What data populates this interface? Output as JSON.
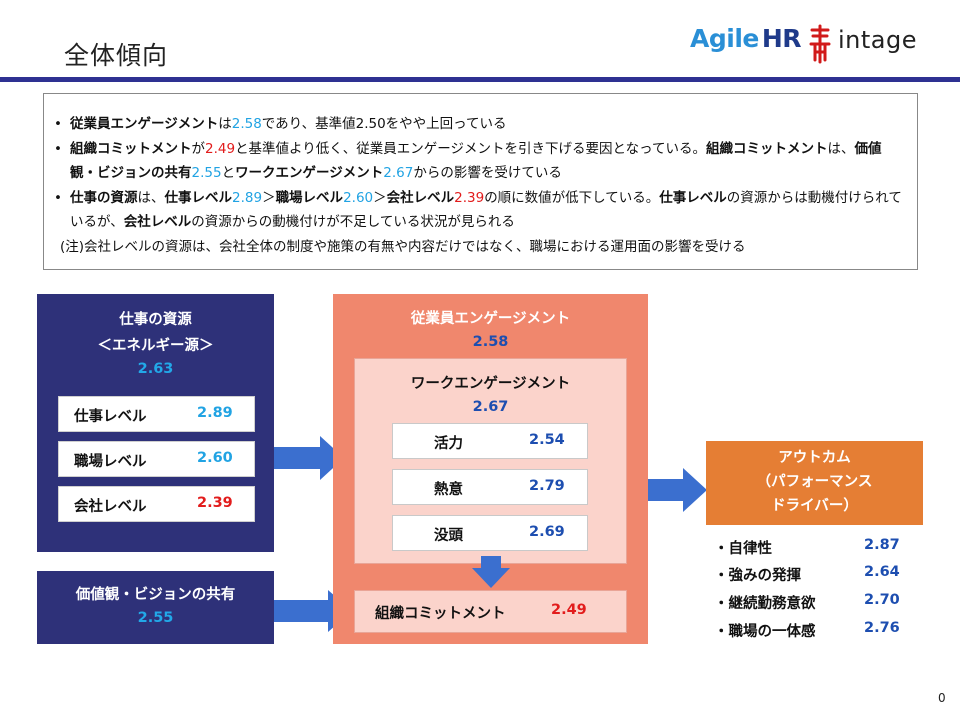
{
  "header": {
    "title": "全体傾向",
    "logo_agile_part1": "Agile",
    "logo_agile_part2": "HR",
    "logo_intage": "intage"
  },
  "summary": {
    "line1": {
      "t1": "従業員エンゲージメント",
      "t2": "は",
      "v1": "2.58",
      "t3": "であり、基準値2.50をやや上回っている"
    },
    "line2": {
      "t1": "組織コミットメント",
      "t2": "が",
      "v1": "2.49",
      "t3": "と基準値より低く、従業員エンゲージメントを引き下げる要因となっている。",
      "t4": "組織コミットメント",
      "t5": "は、",
      "t6": "価値観・ビジョンの共有",
      "v2": "2.55",
      "t7": "と",
      "t8": "ワークエンゲージメント",
      "v3": "2.67",
      "t9": "からの影響を受けている"
    },
    "line3": {
      "t1": "仕事の資源",
      "t2": "は、",
      "t3": "仕事レベル",
      "v1": "2.89",
      "t4": "＞",
      "t5": "職場レベル",
      "v2": "2.60",
      "t6": "＞",
      "t7": "会社レベル",
      "v3": "2.39",
      "t8": "の順に数値が低下している。",
      "t9": "仕事レベル",
      "t10": "の資源からは動機付けられているが、",
      "t11": "会社レベル",
      "t12": "の資源からの動機付けが不足している状況が見られる"
    },
    "note": "(注)会社レベルの資源は、会社全体の制度や施策の有無や内容だけではなく、職場における運用面の影響を受ける"
  },
  "job_resources": {
    "title_line1": "仕事の資源",
    "title_line2": "＜エネルギー源＞",
    "value": "2.63",
    "levels": [
      {
        "label": "仕事レベル",
        "value": "2.89",
        "color": "#21a3e3"
      },
      {
        "label": "職場レベル",
        "value": "2.60",
        "color": "#21a3e3"
      },
      {
        "label": "会社レベル",
        "value": "2.39",
        "color": "#e21c1c"
      }
    ]
  },
  "values_vision": {
    "title": "価値観・ビジョンの共有",
    "value": "2.55"
  },
  "employee_engagement": {
    "title": "従業員エンゲージメント",
    "value": "2.58",
    "work_engagement": {
      "title": "ワークエンゲージメント",
      "value": "2.67",
      "items": [
        {
          "label": "活力",
          "value": "2.54"
        },
        {
          "label": "熱意",
          "value": "2.79"
        },
        {
          "label": "没頭",
          "value": "2.69"
        }
      ]
    },
    "commitment": {
      "label": "組織コミットメント",
      "value": "2.49"
    }
  },
  "outcome": {
    "line1": "アウトカム",
    "line2": "（パフォーマンス",
    "line3": "ドライバー）",
    "items": [
      {
        "label": "・自律性",
        "value": "2.87"
      },
      {
        "label": "・強みの発揮",
        "value": "2.64"
      },
      {
        "label": "・継続勤務意欲",
        "value": "2.70"
      },
      {
        "label": "・職場の一体感",
        "value": "2.76"
      }
    ]
  },
  "page_number": "0",
  "colors": {
    "navy": "#2e3179",
    "engagement": "#f0876d",
    "work_panel": "#fbd3cb",
    "outcome": "#e57e34",
    "arrow": "#3b6fcf",
    "value_blue": "#1d4eb0",
    "highlight_blue": "#21a3e3",
    "highlight_red": "#e21c1c"
  }
}
